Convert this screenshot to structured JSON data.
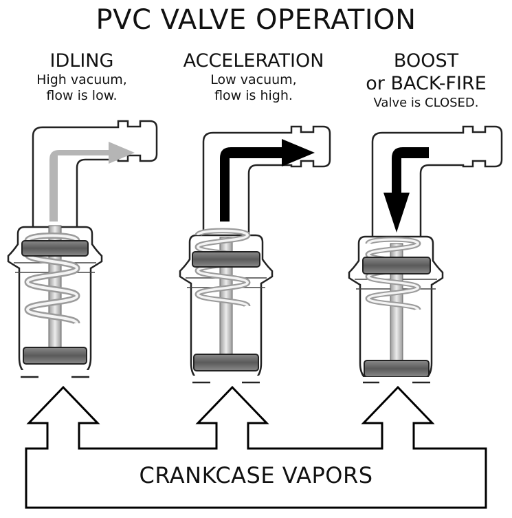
{
  "title": "PVC VALVE OPERATION",
  "panels": [
    {
      "heading": "IDLING",
      "heading2": "",
      "desc_line1": "High vacuum,",
      "desc_line2": "flow is low."
    },
    {
      "heading": "ACCELERATION",
      "heading2": "",
      "desc_line1": "Low vacuum,",
      "desc_line2": "flow is high."
    },
    {
      "heading": "BOOST",
      "heading2": "or BACK-FIRE",
      "desc_line1": "Valve is CLOSED.",
      "desc_line2": ""
    }
  ],
  "bottom_label": "CRANKCASE VAPORS",
  "colors": {
    "flow_low": "#b5b5b5",
    "flow_high": "#000000",
    "disc": "#6e6e6e",
    "outline": "#222222"
  }
}
